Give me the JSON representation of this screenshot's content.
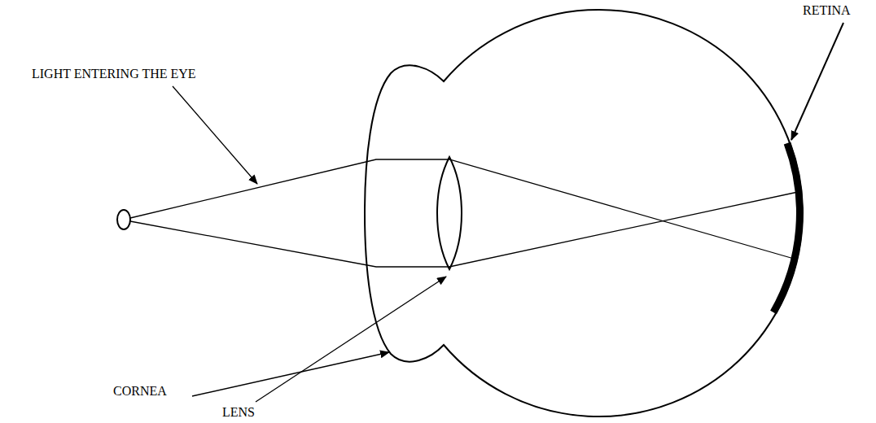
{
  "diagram": {
    "labels": [
      "RETINA",
      "LIGHT ENTERING THE EYE",
      "CORNEA",
      "LENS"
    ]
  }
}
